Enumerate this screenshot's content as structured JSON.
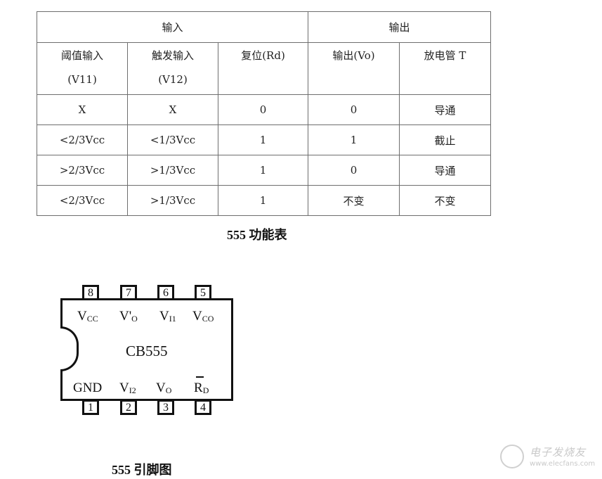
{
  "function_table": {
    "group_headers": [
      {
        "label": "输入",
        "colspan": 3
      },
      {
        "label": "输出",
        "colspan": 2
      }
    ],
    "column_headers": [
      {
        "line1": "阈值输入",
        "line2": "(V11)"
      },
      {
        "line1": "触发输入",
        "line2": "(V12)"
      },
      {
        "line1": "复位(Rd)",
        "line2": ""
      },
      {
        "line1": "输出(Vo)",
        "line2": ""
      },
      {
        "line1": "放电管 T",
        "line2": ""
      }
    ],
    "rows": [
      [
        "X",
        "X",
        "0",
        "0",
        "导通"
      ],
      [
        "<2/3Vcc",
        "<1/3Vcc",
        "1",
        "1",
        "截止"
      ],
      [
        ">2/3Vcc",
        ">1/3Vcc",
        "1",
        "0",
        "导通"
      ],
      [
        "<2/3Vcc",
        ">1/3Vcc",
        "1",
        "不变",
        "不变"
      ]
    ],
    "caption": "555 功能表"
  },
  "pinout": {
    "chip_name": "CB555",
    "top_pins": [
      {
        "number": "8",
        "label": "V",
        "sub": "CC"
      },
      {
        "number": "7",
        "label": "V'",
        "sub": "O"
      },
      {
        "number": "6",
        "label": "V",
        "sub": "I1"
      },
      {
        "number": "5",
        "label": "V",
        "sub": "CO"
      }
    ],
    "bottom_pins": [
      {
        "number": "1",
        "label": "GND",
        "sub": ""
      },
      {
        "number": "2",
        "label": "V",
        "sub": "I2"
      },
      {
        "number": "3",
        "label": "V",
        "sub": "O"
      },
      {
        "number": "4",
        "label": "R",
        "sub": "D"
      }
    ],
    "caption": "555 引脚图"
  },
  "watermark": {
    "title": "电子发烧友",
    "url": "www.elecfans.com"
  }
}
